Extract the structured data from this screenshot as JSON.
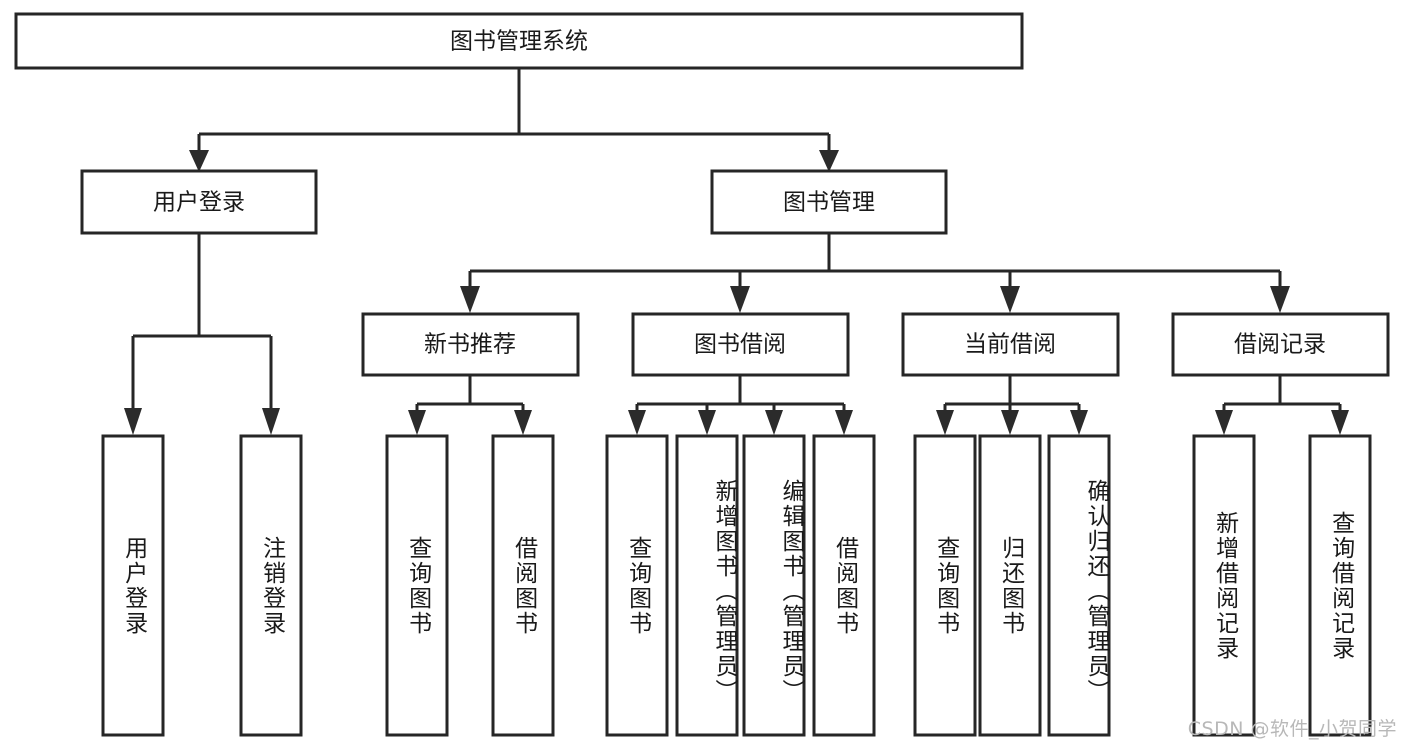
{
  "diagram": {
    "title": "图书管理系统",
    "type": "tree-hierarchy",
    "watermark": "CSDN @软件_小贺同学",
    "colors": {
      "box_stroke": "#262626",
      "box_fill": "#ffffff",
      "connector": "#262626",
      "text": "#1a1a1a",
      "watermark": "#b8b8b8",
      "background": "#ffffff"
    },
    "root": {
      "label": "图书管理系统"
    },
    "level2": [
      {
        "id": "user-login",
        "label": "用户登录"
      },
      {
        "id": "book-manage",
        "label": "图书管理"
      }
    ],
    "level3": [
      {
        "id": "new-book-recommend",
        "label": "新书推荐",
        "parent": "book-manage"
      },
      {
        "id": "book-borrow",
        "label": "图书借阅",
        "parent": "book-manage"
      },
      {
        "id": "current-borrow",
        "label": "当前借阅",
        "parent": "book-manage"
      },
      {
        "id": "borrow-record",
        "label": "借阅记录",
        "parent": "book-manage"
      }
    ],
    "leaves": {
      "user-login": [
        {
          "id": "leaf-user-login",
          "label": "用户登录"
        },
        {
          "id": "leaf-user-logout",
          "label": "注销登录"
        }
      ],
      "new-book-recommend": [
        {
          "id": "leaf-query-book-1",
          "label": "查询图书"
        },
        {
          "id": "leaf-borrow-book-1",
          "label": "借阅图书"
        }
      ],
      "book-borrow": [
        {
          "id": "leaf-query-book-2",
          "label": "查询图书"
        },
        {
          "id": "leaf-add-book",
          "label": "新增图书（管理员）"
        },
        {
          "id": "leaf-edit-book",
          "label": "编辑图书（管理员）"
        },
        {
          "id": "leaf-borrow-book-2",
          "label": "借阅图书"
        }
      ],
      "current-borrow": [
        {
          "id": "leaf-query-book-3",
          "label": "查询图书"
        },
        {
          "id": "leaf-return-book",
          "label": "归还图书"
        },
        {
          "id": "leaf-confirm-return",
          "label": "确认归还（管理员）"
        }
      ],
      "borrow-record": [
        {
          "id": "leaf-add-record",
          "label": "新增借阅记录"
        },
        {
          "id": "leaf-query-record",
          "label": "查询借阅记录"
        }
      ]
    }
  }
}
